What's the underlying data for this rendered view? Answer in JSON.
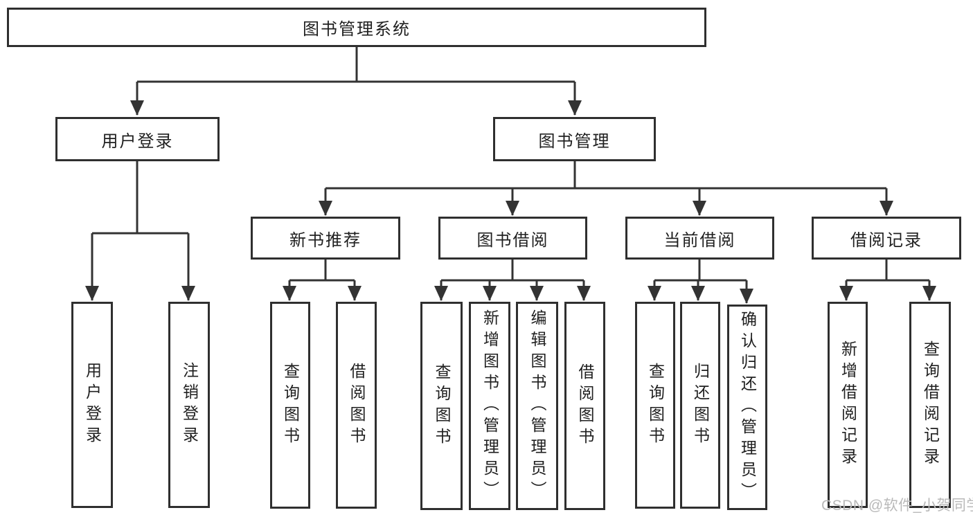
{
  "diagram": {
    "type": "hierarchy",
    "title": "图书管理系统",
    "nodes": {
      "root": "图书管理系统",
      "user_login": "用户登录",
      "book_mgmt": "图书管理",
      "new_book_rec": "新书推荐",
      "book_borrow": "图书借阅",
      "current_borrow": "当前借阅",
      "borrow_records": "借阅记录",
      "ul_login": "用户登录",
      "ul_logout": "注销登录",
      "rec_query_book": "查询图书",
      "rec_borrow_book": "借阅图书",
      "bb_query_book": "查询图书",
      "bb_add_book": "新增图书（管理员）",
      "bb_edit_book": "编辑图书（管理员）",
      "bb_borrow_book": "借阅图书",
      "cb_query_book": "查询图书",
      "cb_return_book": "归还图书",
      "cb_confirm_return": "确认归还（管理员）",
      "br_add_record": "新增借阅记录",
      "br_query_record": "查询借阅记录"
    },
    "edges": [
      [
        "root",
        "user_login"
      ],
      [
        "root",
        "book_mgmt"
      ],
      [
        "user_login",
        "ul_login"
      ],
      [
        "user_login",
        "ul_logout"
      ],
      [
        "book_mgmt",
        "new_book_rec"
      ],
      [
        "book_mgmt",
        "book_borrow"
      ],
      [
        "book_mgmt",
        "current_borrow"
      ],
      [
        "book_mgmt",
        "borrow_records"
      ],
      [
        "new_book_rec",
        "rec_query_book"
      ],
      [
        "new_book_rec",
        "rec_borrow_book"
      ],
      [
        "book_borrow",
        "bb_query_book"
      ],
      [
        "book_borrow",
        "bb_add_book"
      ],
      [
        "book_borrow",
        "bb_edit_book"
      ],
      [
        "book_borrow",
        "bb_borrow_book"
      ],
      [
        "current_borrow",
        "cb_query_book"
      ],
      [
        "current_borrow",
        "cb_return_book"
      ],
      [
        "current_borrow",
        "cb_confirm_return"
      ],
      [
        "borrow_records",
        "br_add_record"
      ],
      [
        "borrow_records",
        "br_query_record"
      ]
    ],
    "colors": {
      "line": "#333333",
      "border": "#2f2f2f",
      "text": "#1f1f1f",
      "background": "#ffffff",
      "watermark": "#b9b9b9"
    }
  },
  "watermark": {
    "text": "CSDN @软件_小贺同学"
  }
}
